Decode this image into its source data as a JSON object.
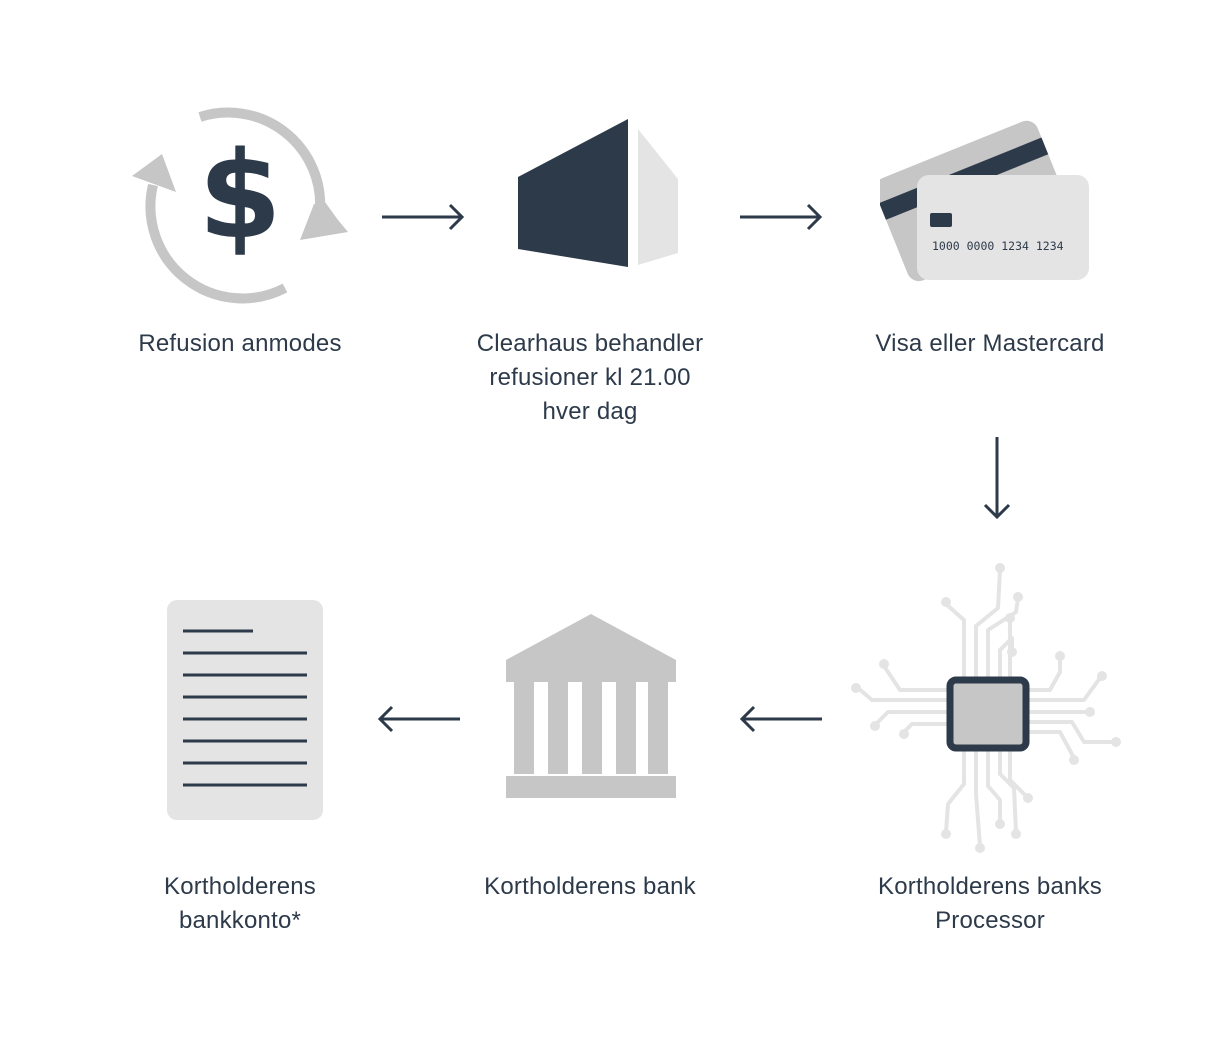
{
  "steps": {
    "refund_requested": "Refusion anmodes",
    "clearhaus_processes": "Clearhaus behandler\nrefusioner kl 21.00\nhver dag",
    "card_network": "Visa eller Mastercard",
    "issuer_processor": "Kortholderens banks\nProcessor",
    "issuer_bank": "Kortholderens bank",
    "cardholder_account": "Kortholderens\nbankkonto*"
  },
  "card": {
    "number": "1000 0000 1234 1234"
  },
  "icons": {
    "refund": "dollar-refresh-icon",
    "clearhaus": "clearhaus-logo-icon",
    "card": "credit-card-icon",
    "processor": "chip-circuit-icon",
    "bank": "bank-building-icon",
    "account": "document-icon"
  },
  "colors": {
    "dark": "#2d3a4a",
    "gray": "#c6c6c6",
    "light": "#e4e4e4"
  }
}
